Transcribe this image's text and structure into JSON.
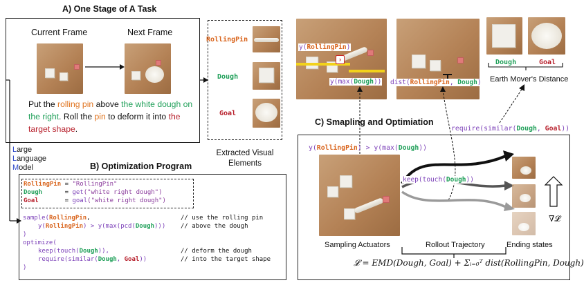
{
  "sectionA": {
    "title": "A) One Stage of A Task",
    "current_frame": "Current Frame",
    "next_frame": "Next Frame",
    "instruction": {
      "p1": "Put the ",
      "pin": "rolling pin",
      "p2": " above ",
      "dough": "the white dough on the right",
      "p3": ". Roll the ",
      "pin2": "pin",
      "p4": " to deform it into ",
      "goal": "the target shape",
      "p5": "."
    }
  },
  "llm": {
    "l1": "L",
    "r1": "arge",
    "l2": "L",
    "r2": "anguage",
    "l3": "M",
    "r3": "odel"
  },
  "extracted": {
    "items": [
      "RollingPin",
      "Dough",
      "Goal"
    ],
    "caption_line1": "Extracted Visual",
    "caption_line2": "Elements"
  },
  "sectionB": {
    "title": "B) Optimization Program",
    "decl": [
      {
        "name": "RollingPin",
        "pad": " = ",
        "value": "\"RollingPin\""
      },
      {
        "name": "Dough",
        "pad": "      = ",
        "fn": "get",
        "value": "(\"white right dough\")"
      },
      {
        "name": "Goal",
        "pad": "       = ",
        "fn": "goal",
        "value": "(\"white right dough\")"
      }
    ],
    "code": {
      "l1a": "sample(",
      "l1b": "RollingPin",
      "l1c": ",",
      "l1cm": "// use the rolling pin",
      "l2a": "y(",
      "l2b": "RollingPin",
      "l2c": ") > y(max(pcd(",
      "l2d": "Dough",
      "l2e": ")))",
      "l2cm": "// above the dough",
      "l3": ")",
      "l4": "optimize(",
      "l5a": "keep(touch(",
      "l5b": "Dough",
      "l5c": ")),",
      "l5cm": "// deform the dough",
      "l6a": "require(similar(",
      "l6b": "Dough",
      "l6c": ", ",
      "l6d": "Goal",
      "l6e": "))",
      "l6cm": "// into the target shape",
      "l7": ")"
    }
  },
  "top": {
    "y_pin_a": "y(",
    "y_pin_b": "RollingPin",
    "y_pin_c": ")",
    "y_max_a": "y(max(",
    "y_max_b": "Dough",
    "y_max_c": "))",
    "dist_a": "dist(",
    "dist_b": "RollingPin",
    "dist_c": ", ",
    "dist_d": "Dough",
    "dist_e": ")",
    "emd_dough": "Dough",
    "emd_goal": "Goal",
    "emd_caption": "Earth Mover's Distance"
  },
  "sectionC": {
    "title": "C) Smapling and Optimiation",
    "require_a": "require(similar(",
    "require_b": "Dough",
    "require_c": ", ",
    "require_d": "Goal",
    "require_e": "))",
    "cond_a": "y(",
    "cond_b": "RollingPin",
    "cond_c": ") > y(max(",
    "cond_d": "Dough",
    "cond_e": "))",
    "keep_a": "keep(touch(",
    "keep_b": "Dough",
    "keep_c": "))",
    "grad": "∇𝓛",
    "sampling": "Sampling Actuators",
    "rollout": "Rollout Trajectory",
    "ending": "Ending states",
    "loss": "𝓛 = EMD(Dough, Goal) + Σᵢ₌₀ᵀ dist(RollingPin, Dough)"
  },
  "colors": {
    "pin": "#d9641c",
    "dough": "#21a05a",
    "goal": "#b8222e",
    "fn": "#7b3fb8",
    "llm": "#2a45c8",
    "highlight": "#f2d21b"
  }
}
